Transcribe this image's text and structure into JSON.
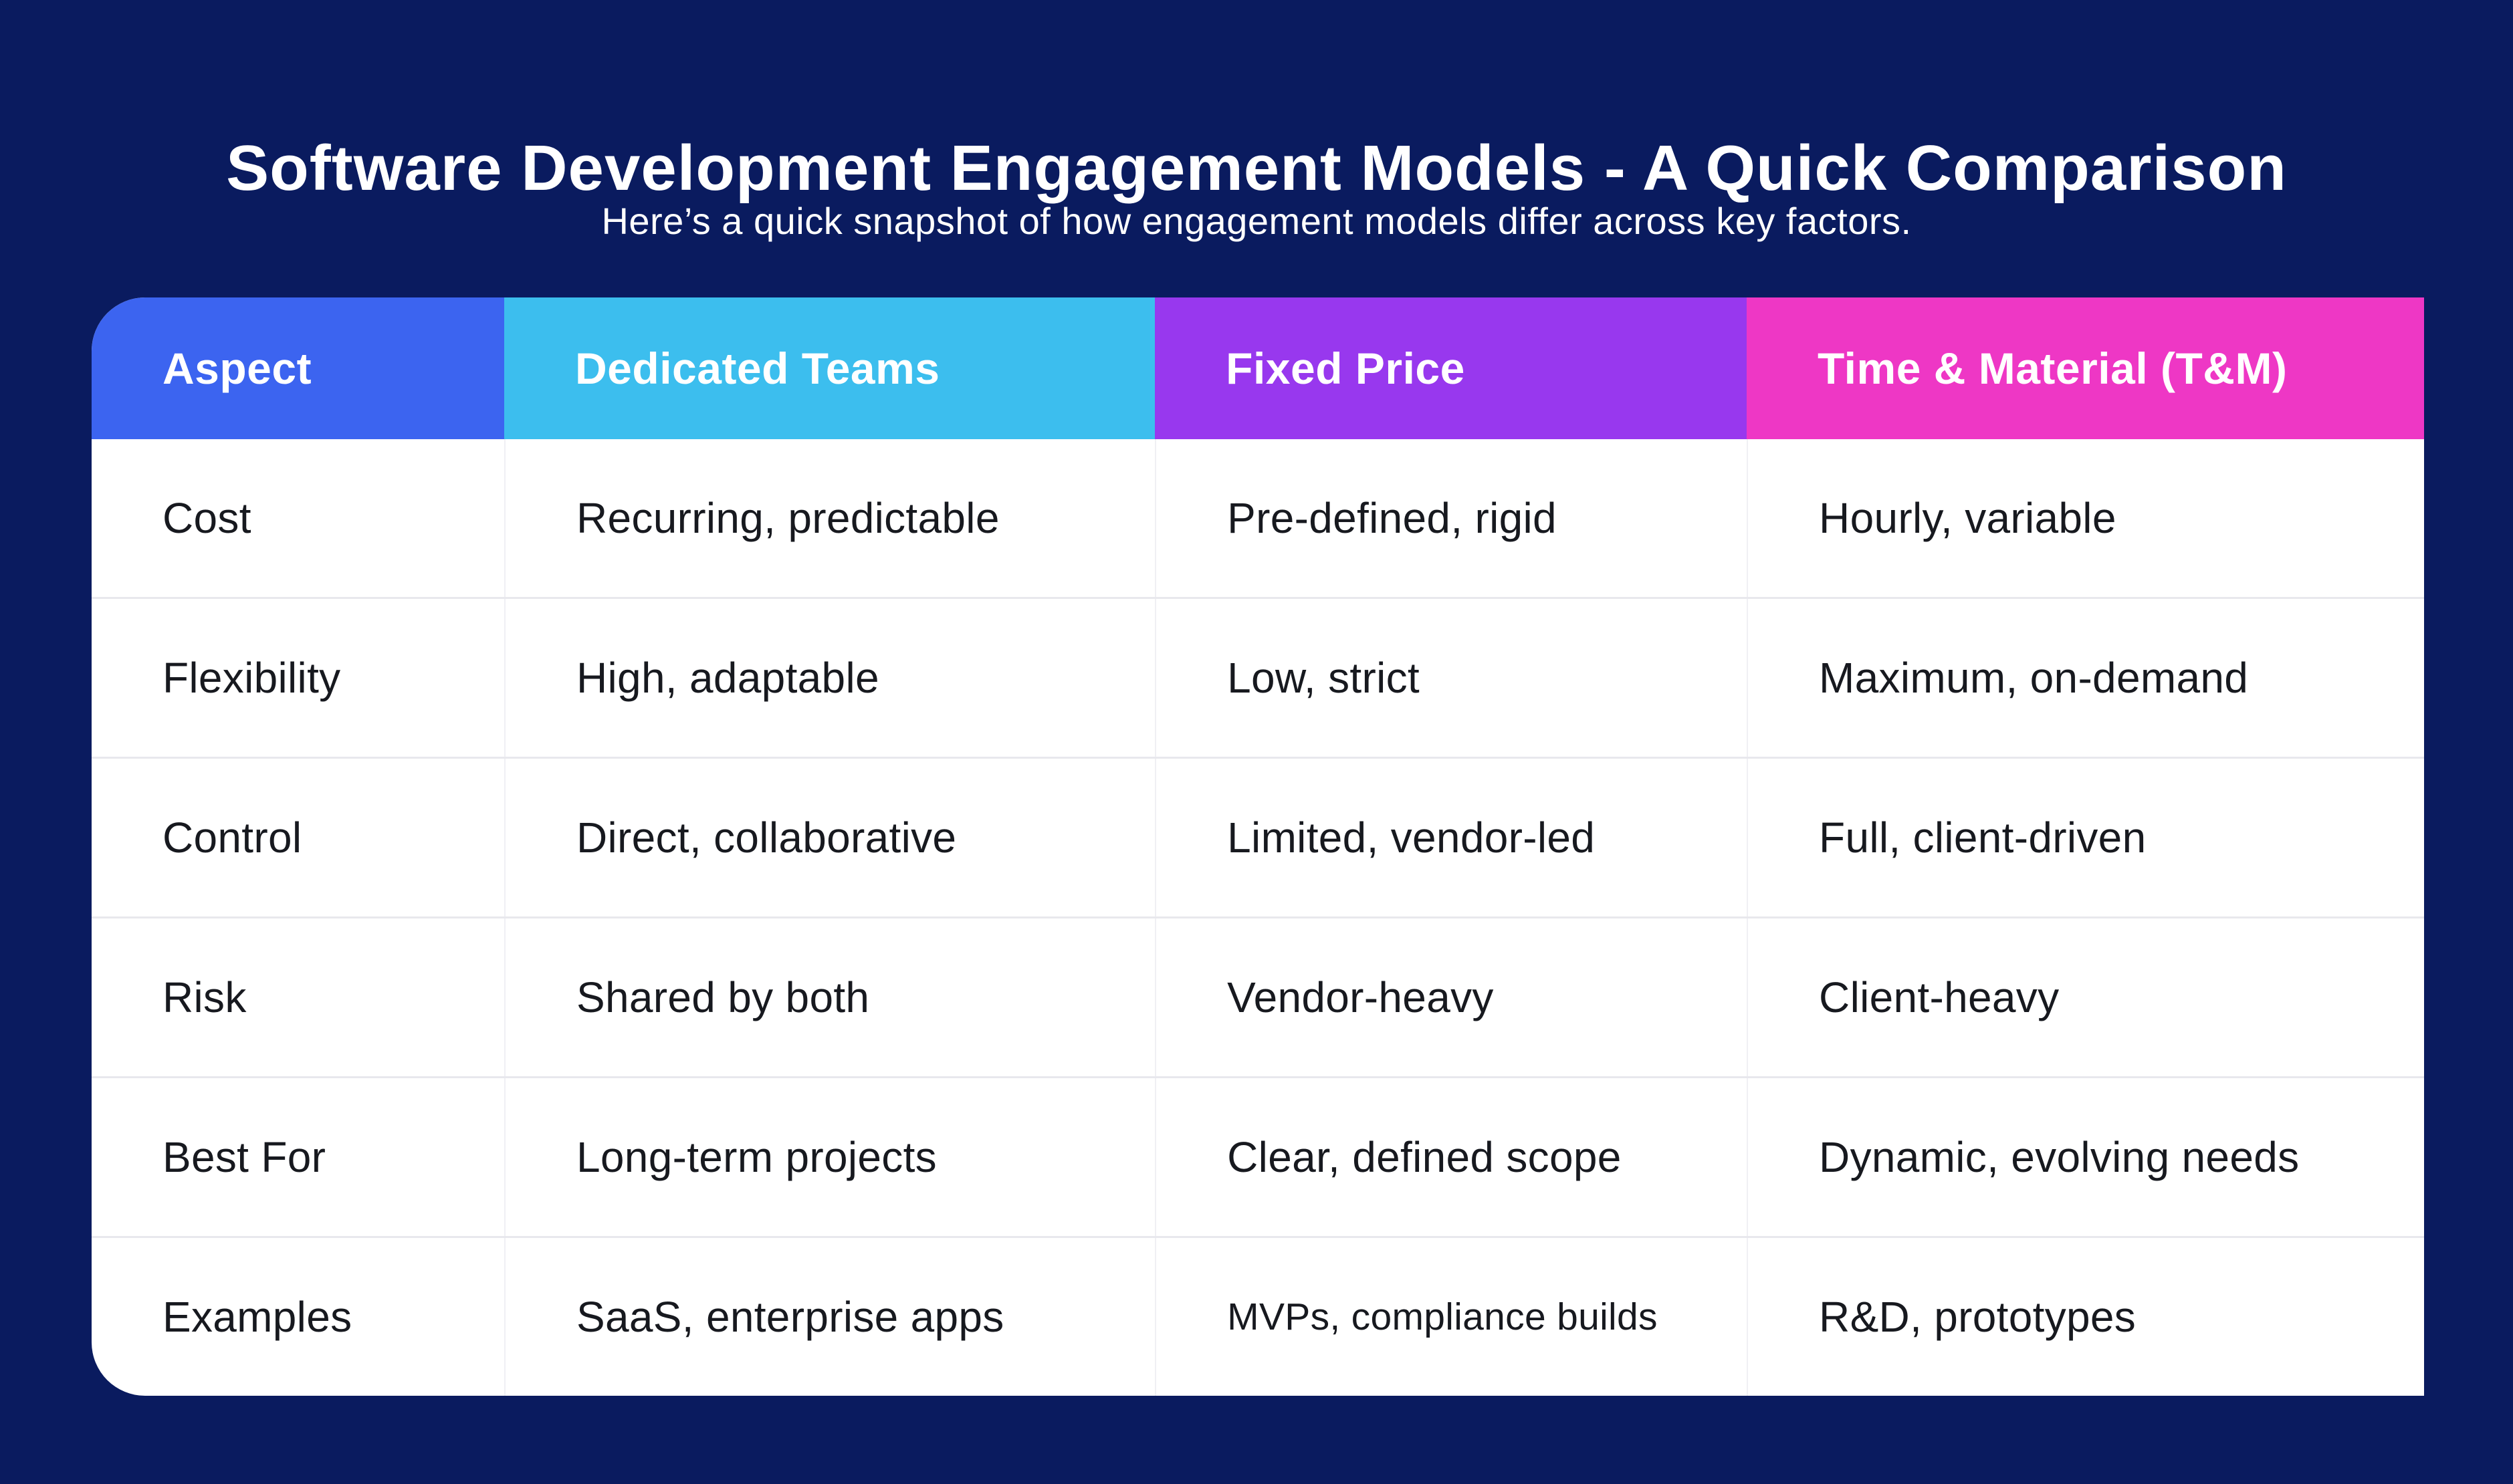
{
  "page": {
    "title": "Software Development Engagement Models - A Quick Comparison",
    "subtitle": "Here’s a quick snapshot of how engagement models differ across key factors."
  },
  "colors": {
    "background": "#0a1b5f",
    "table_background": "#ffffff",
    "body_text": "#17191f",
    "header_text": "#ffffff",
    "row_divider": "#e8e8ed",
    "column_divider": "#f0f0f4"
  },
  "table": {
    "headers": [
      {
        "label": "Aspect",
        "color": "#3c64f0"
      },
      {
        "label": "Dedicated Teams",
        "color": "#3cbeee"
      },
      {
        "label": "Fixed Price",
        "color": "#9838ee"
      },
      {
        "label": "Time & Material (T&M)",
        "color": "#ee37c5"
      }
    ],
    "rows": [
      {
        "aspect": "Cost",
        "dedicated_teams": "Recurring, predictable",
        "fixed_price": "Pre-defined, rigid",
        "time_material": "Hourly, variable"
      },
      {
        "aspect": "Flexibility",
        "dedicated_teams": "High, adaptable",
        "fixed_price": "Low, strict",
        "time_material": "Maximum, on-demand"
      },
      {
        "aspect": "Control",
        "dedicated_teams": "Direct, collaborative",
        "fixed_price": "Limited, vendor-led",
        "time_material": "Full, client-driven"
      },
      {
        "aspect": "Risk",
        "dedicated_teams": "Shared by both",
        "fixed_price": "Vendor-heavy",
        "time_material": "Client-heavy"
      },
      {
        "aspect": "Best For",
        "dedicated_teams": "Long-term projects",
        "fixed_price": "Clear, defined scope",
        "time_material": "Dynamic, evolving needs"
      },
      {
        "aspect": "Examples",
        "dedicated_teams": "SaaS, enterprise apps",
        "fixed_price": "MVPs, compliance builds",
        "time_material": "R&D, prototypes"
      }
    ]
  },
  "chart_data": {
    "type": "table",
    "title": "Software Development Engagement Models - A Quick Comparison",
    "subtitle": "Here’s a quick snapshot of how engagement models differ across key factors.",
    "columns": [
      "Aspect",
      "Dedicated Teams",
      "Fixed Price",
      "Time & Material (T&M)"
    ],
    "rows": [
      [
        "Cost",
        "Recurring, predictable",
        "Pre-defined, rigid",
        "Hourly, variable"
      ],
      [
        "Flexibility",
        "High, adaptable",
        "Low, strict",
        "Maximum, on-demand"
      ],
      [
        "Control",
        "Direct, collaborative",
        "Limited, vendor-led",
        "Full, client-driven"
      ],
      [
        "Risk",
        "Shared by both",
        "Vendor-heavy",
        "Client-heavy"
      ],
      [
        "Best For",
        "Long-term projects",
        "Clear, defined scope",
        "Dynamic, evolving needs"
      ],
      [
        "Examples",
        "SaaS, enterprise apps",
        "MVPs, compliance builds",
        "R&D, prototypes"
      ]
    ],
    "header_colors": [
      "#3c64f0",
      "#3cbeee",
      "#9838ee",
      "#ee37c5"
    ],
    "layout": {
      "header_row": true,
      "grid": "light",
      "corner_radius_left": true
    }
  }
}
